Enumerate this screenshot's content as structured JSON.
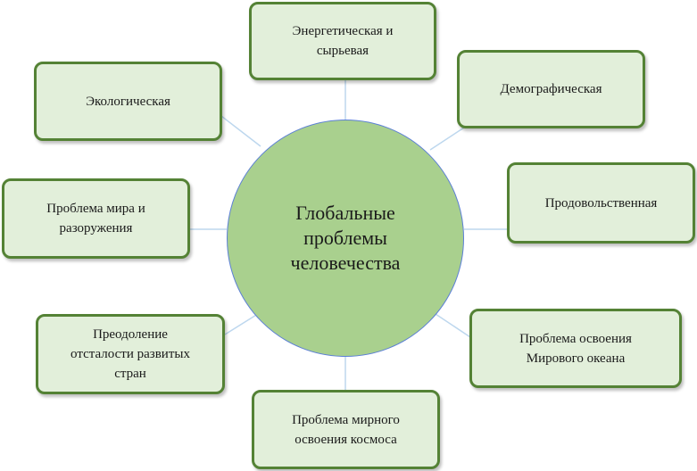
{
  "colors": {
    "node_fill": "#e2efda",
    "node_border": "#548235",
    "center_fill": "#a9d08e",
    "center_border": "#5b7fd6",
    "connector": "#bdd7ee"
  },
  "center": {
    "label": "Глобальные\nпроблемы\nчеловечества"
  },
  "nodes": {
    "energy": "Энергетическая и\nсырьевая",
    "demographic": "Демографическая",
    "food": "Продовольственная",
    "ocean": "Проблема освоения\nМирового океана",
    "space": "Проблема мирного\nосвоения космоса",
    "backwardness": "Преодоление\nотсталости развитых\nстран",
    "peace": "Проблема мира и\nразоружения",
    "ecological": "Экологическая"
  }
}
